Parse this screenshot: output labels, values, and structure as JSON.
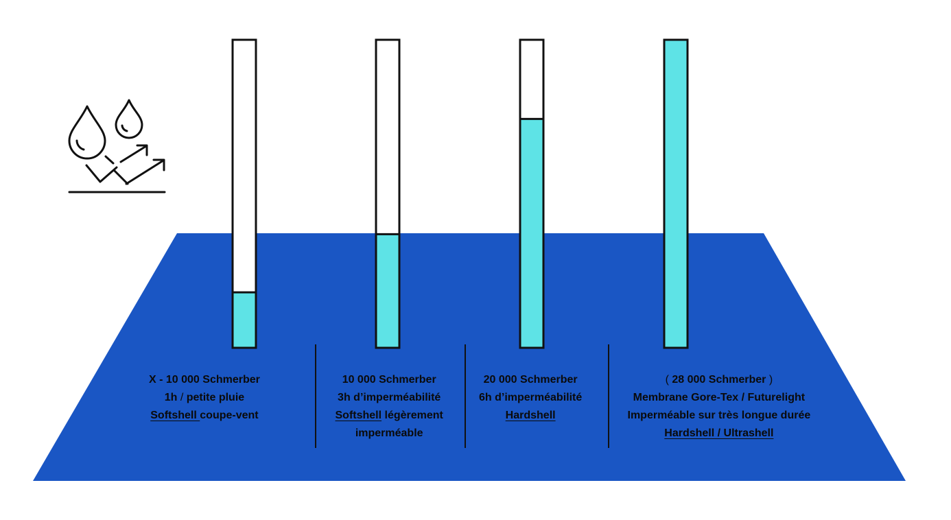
{
  "colors": {
    "platform": "#1a56c4",
    "fill": "#5ee3e6",
    "empty": "#ffffff",
    "outline": "#111111",
    "divider": "#111111"
  },
  "icon": {
    "name": "water-repellent-icon"
  },
  "columns": [
    {
      "level": 0.18,
      "lines": [
        {
          "parts": [
            {
              "text": "X - 10 000 Schmerber"
            }
          ]
        },
        {
          "parts": [
            {
              "text": "1h "
            },
            {
              "text": "/",
              "light": true
            },
            {
              "text": " petite pluie"
            }
          ]
        },
        {
          "parts": [
            {
              "text": "Softshell ",
              "underline": true
            },
            {
              "text": "coupe-vent"
            }
          ]
        }
      ]
    },
    {
      "level": 0.369,
      "lines": [
        {
          "parts": [
            {
              "text": "10 000 Schmerber"
            }
          ]
        },
        {
          "parts": [
            {
              "text": "3h d’imperméabilité"
            }
          ]
        },
        {
          "parts": [
            {
              "text": "Softshell",
              "underline": true
            },
            {
              "text": " légèrement"
            }
          ]
        },
        {
          "parts": [
            {
              "text": "imperméable"
            }
          ]
        }
      ]
    },
    {
      "level": 0.743,
      "lines": [
        {
          "parts": [
            {
              "text": "20 000 Schmerber"
            }
          ]
        },
        {
          "parts": [
            {
              "text": "6h d’imperméabilité"
            }
          ]
        },
        {
          "parts": [
            {
              "text": "Hardshell",
              "underline": true
            }
          ]
        }
      ]
    },
    {
      "level": 1.0,
      "lines": [
        {
          "parts": [
            {
              "text": "(",
              "light": true
            },
            {
              "text": " 28 000 Schmerber "
            },
            {
              "text": ")",
              "light": true
            }
          ]
        },
        {
          "parts": [
            {
              "text": "Membrane Gore-Tex / Futurelight"
            }
          ]
        },
        {
          "parts": [
            {
              "text": "Imperméable sur très longue durée"
            }
          ]
        },
        {
          "parts": [
            {
              "text": "Hardshell / Ultrashell",
              "underline": true
            }
          ]
        }
      ]
    }
  ]
}
